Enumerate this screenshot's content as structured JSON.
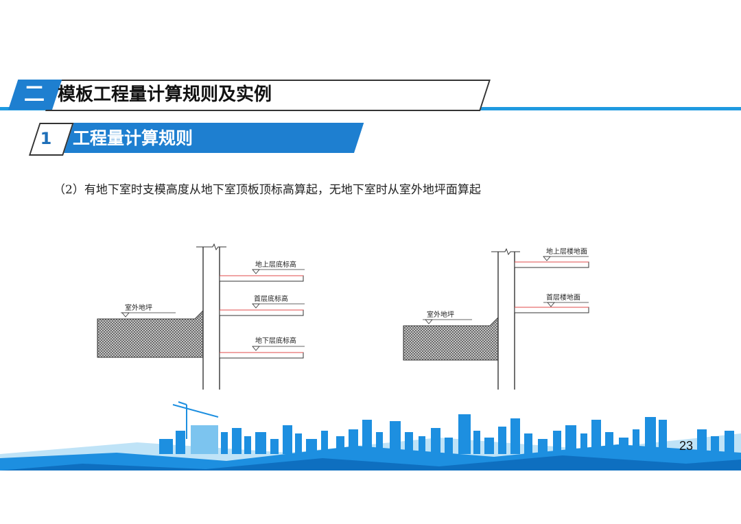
{
  "section": {
    "number": "二",
    "title": "模板工程量计算规则及实例"
  },
  "subsection": {
    "number": "1",
    "title": "工程量计算规则"
  },
  "paragraph": "（2）有地下室时支模高度从地下室顶板顶标高算起，无地下室时从室外地坪面算起",
  "diagram_left": {
    "labels": {
      "upper_floor": "地上层底标高",
      "first_floor": "首层底标高",
      "basement": "地下层底标高",
      "outdoor": "室外地坪"
    }
  },
  "diagram_right": {
    "labels": {
      "upper_floor": "地上层楼地面",
      "first_floor": "首层楼地面",
      "outdoor": "室外地坪"
    }
  },
  "page_number": "23",
  "colors": {
    "accent": "#1e7fd0",
    "line": "#1f9ae0",
    "skyline": "#1d8fe0"
  }
}
